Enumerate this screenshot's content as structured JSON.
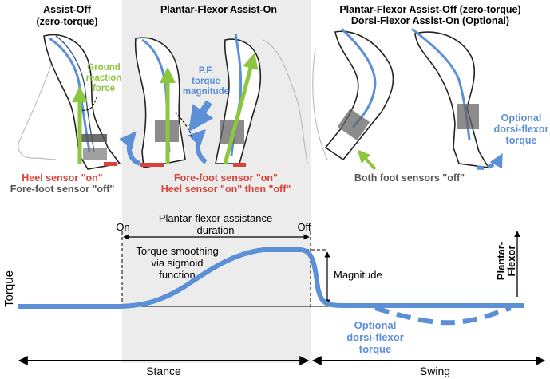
{
  "panels": {
    "assist_off": {
      "title_line1": "Assist-Off",
      "title_line2": "(zero-torque)"
    },
    "pf_on": {
      "title": "Plantar-Flexor Assist-On"
    },
    "pf_off_df_on": {
      "title_line1": "Plantar-Flexor Assist-Off (zero-torque)",
      "title_line2": "Dorsi-Flexor Assist-On (Optional)"
    }
  },
  "annotations": {
    "grf": [
      "Ground",
      "reaction",
      "force"
    ],
    "pf_torque": [
      "P.F.",
      "torque",
      "magnitude"
    ],
    "df_torque": [
      "Optional",
      "dorsi-flexor",
      "torque"
    ]
  },
  "sensors": {
    "heel_on": "Heel sensor \"on\"",
    "forefoot_off": "Fore-foot sensor \"off\"",
    "forefoot_on": "Fore-foot sensor \"on\"",
    "heel_on_then_off": "Heel sensor \"on\" then \"off\"",
    "both_off": "Both foot sensors \"off\""
  },
  "graph": {
    "on_label": "On",
    "off_label": "Off",
    "duration_label": [
      "Plantar-flexor assistance",
      "duration"
    ],
    "smoothing_label": [
      "Torque smoothing",
      "via sigmoid",
      "function"
    ],
    "magnitude_label": "Magnitude",
    "y_axis_label": "Torque",
    "direction_label": [
      "Plantar-",
      "Flexor"
    ],
    "df_label": [
      "Optional",
      "dorsi-flexor",
      "torque"
    ],
    "stance_label": "Stance",
    "swing_label": "Swing"
  },
  "colors": {
    "blue": "#5b8fd6",
    "green": "#8dc63f",
    "red": "#d9423a",
    "gray": "#555555",
    "shade": "#ececec"
  }
}
